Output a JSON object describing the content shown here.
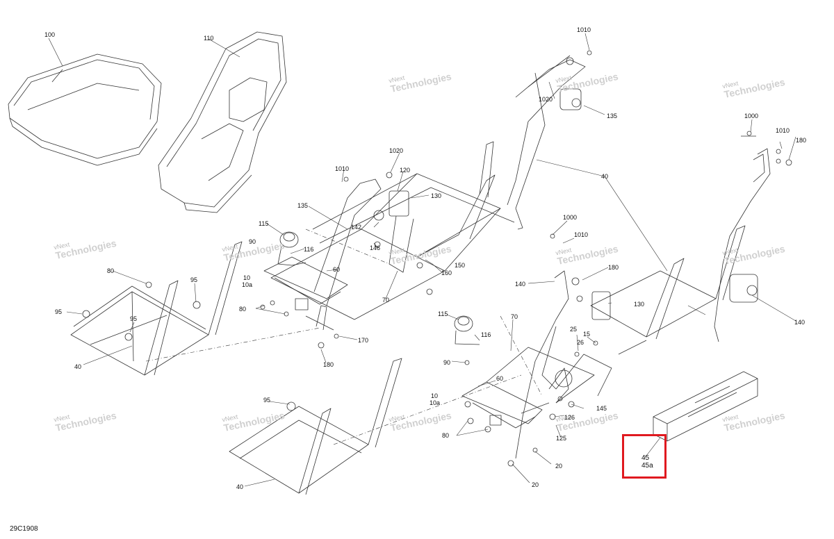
{
  "diagram_ref": "29C1908",
  "watermark": {
    "line1": "vNext",
    "line2": "Technologies"
  },
  "callouts": {
    "c100": "100",
    "c110": "110",
    "c1010_top": "1010",
    "c1020_top": "1020",
    "c135_top": "135",
    "c1020_mid": "1020",
    "c1010_left": "1010",
    "c120": "120",
    "c130_top": "130",
    "c135_left": "135",
    "c142": "142",
    "c146": "146",
    "c115_left": "115",
    "c90_left": "90",
    "c116_left": "116",
    "c10_left": "10",
    "c10a_left": "10a",
    "c60_left": "60",
    "c150": "150",
    "c160": "160",
    "c70_left": "70",
    "c80_left": "80",
    "c170": "170",
    "c180_left": "180",
    "c80_far": "80",
    "c95_a": "95",
    "c95_b": "95",
    "c95_c": "95",
    "c40_left": "40",
    "c1000_right": "1000",
    "c1010_right": "1010",
    "c180_right": "180",
    "c40_right": "40",
    "c1000_mid": "1000",
    "c1010_mid": "1010",
    "c180_mid": "180",
    "c140_mid": "140",
    "c130_mid": "130",
    "c140_right": "140",
    "c115_mid": "115",
    "c116_mid": "116",
    "c90_mid": "90",
    "c70_mid": "70",
    "c25": "25",
    "c15": "15",
    "c26": "26",
    "c60_mid": "60",
    "c10_mid": "10",
    "c10a_mid": "10a",
    "c80_mid": "80",
    "c145": "145",
    "c126": "126",
    "c125": "125",
    "c20_a": "20",
    "c20_b": "20",
    "c95_bottom": "95",
    "c40_bottom": "40"
  },
  "highlight": {
    "line1": "45",
    "line2": "45a",
    "color": "#e0191f"
  }
}
